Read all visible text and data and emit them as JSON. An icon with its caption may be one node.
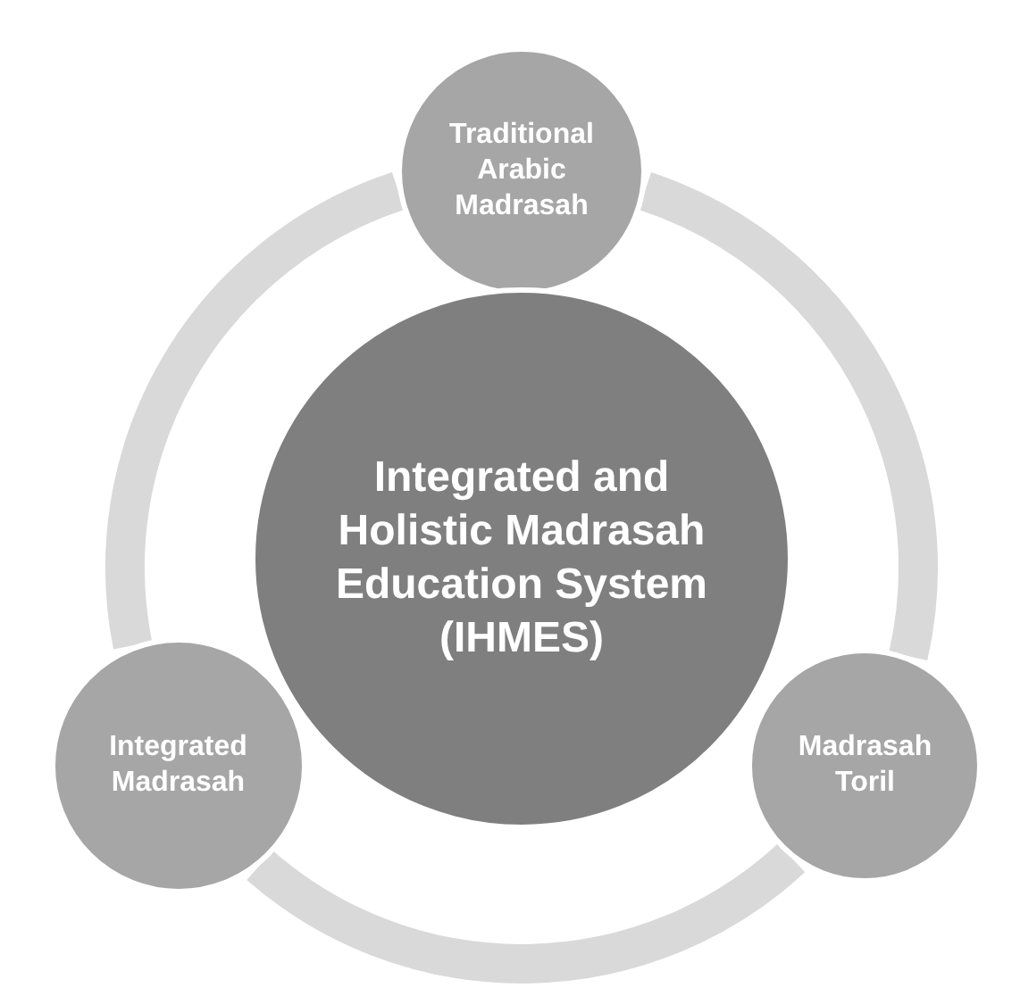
{
  "diagram": {
    "nodes": [
      {
        "text": [
          "Traditional Arabic Madrasah"
        ]
      },
      {
        "text": [
          "Integrated and Holistic Madrasah Education System (IHMES)"
        ]
      },
      {
        "text": [
          "Integrated Madrasah"
        ]
      },
      {
        "text": [
          "Madrasah Toril"
        ]
      }
    ],
    "edges": [
      {
        "from": 0,
        "to": 3,
        "arrow": "none"
      },
      {
        "from": 3,
        "to": 2,
        "arrow": "none"
      },
      {
        "from": 2,
        "to": 0,
        "arrow": "none"
      }
    ]
  }
}
